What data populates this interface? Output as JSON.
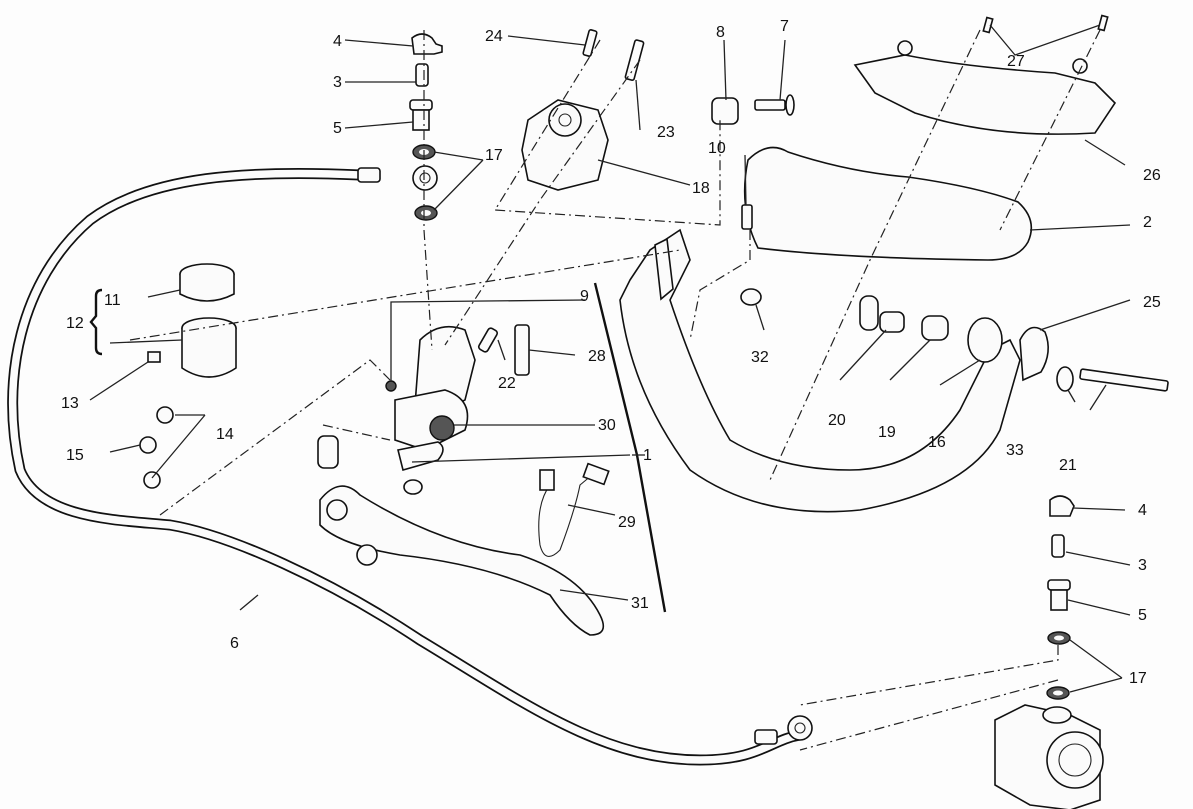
{
  "diagram": {
    "title": "Clutch master cylinder exploded view",
    "callouts": [
      {
        "id": "c4a",
        "label": "4"
      },
      {
        "id": "c3a",
        "label": "3"
      },
      {
        "id": "c5a",
        "label": "5"
      },
      {
        "id": "c17a",
        "label": "17"
      },
      {
        "id": "c24",
        "label": "24"
      },
      {
        "id": "c23",
        "label": "23"
      },
      {
        "id": "c18",
        "label": "18"
      },
      {
        "id": "c8",
        "label": "8"
      },
      {
        "id": "c7",
        "label": "7"
      },
      {
        "id": "c10",
        "label": "10"
      },
      {
        "id": "c27",
        "label": "27"
      },
      {
        "id": "c26",
        "label": "26"
      },
      {
        "id": "c2",
        "label": "2"
      },
      {
        "id": "c25",
        "label": "25"
      },
      {
        "id": "c11",
        "label": "11"
      },
      {
        "id": "c12",
        "label": "12"
      },
      {
        "id": "c13",
        "label": "13"
      },
      {
        "id": "c14",
        "label": "14"
      },
      {
        "id": "c15",
        "label": "15"
      },
      {
        "id": "c9",
        "label": "9"
      },
      {
        "id": "c22",
        "label": "22"
      },
      {
        "id": "c28",
        "label": "28"
      },
      {
        "id": "c30",
        "label": "30"
      },
      {
        "id": "c1",
        "label": "1"
      },
      {
        "id": "c29",
        "label": "29"
      },
      {
        "id": "c31",
        "label": "31"
      },
      {
        "id": "c32",
        "label": "32"
      },
      {
        "id": "c20",
        "label": "20"
      },
      {
        "id": "c19",
        "label": "19"
      },
      {
        "id": "c16",
        "label": "16"
      },
      {
        "id": "c33",
        "label": "33"
      },
      {
        "id": "c21",
        "label": "21"
      },
      {
        "id": "c6",
        "label": "6"
      },
      {
        "id": "c4b",
        "label": "4"
      },
      {
        "id": "c3b",
        "label": "3"
      },
      {
        "id": "c5b",
        "label": "5"
      },
      {
        "id": "c17b",
        "label": "17"
      }
    ],
    "parts": [
      {
        "name": "clutch-master-cylinder-body"
      },
      {
        "name": "lever-guard-cover"
      },
      {
        "name": "bleed-valve"
      },
      {
        "name": "bleed-valve-cap"
      },
      {
        "name": "banjo-bolt"
      },
      {
        "name": "clutch-hose"
      },
      {
        "name": "reservoir-cap"
      },
      {
        "name": "fluid-reservoir"
      },
      {
        "name": "clutch-lever"
      },
      {
        "name": "lever-guard"
      },
      {
        "name": "slave-cylinder"
      }
    ]
  }
}
